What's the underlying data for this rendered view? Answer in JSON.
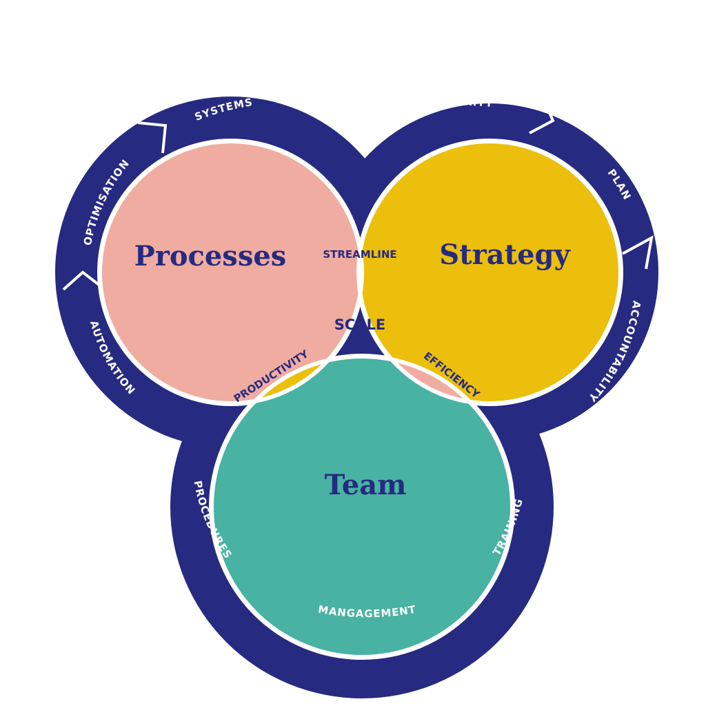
{
  "circles": {
    "processes": "Processes",
    "strategy": "Strategy",
    "team": "Team"
  },
  "overlaps": {
    "streamline": "STREAMLINE",
    "productivity": "PRODUCTIVITY",
    "efficiency": "EFFICIENCY",
    "center": "SCALE"
  },
  "ring_labels": {
    "systems": "SYSTEMS",
    "clarity": "CLARITY",
    "plan": "PLAN",
    "accountability": "ACCOUNTABILITY",
    "training": "TRAINING",
    "management": "MANGAGEMENT",
    "procedures": "PROCEDURES",
    "automation": "AUTOMATION",
    "optimisation": "OPTIMISATION"
  },
  "colors": {
    "ring": "#262a80",
    "text": "#262a80",
    "ring_text": "#ffffff",
    "processes": "#f0aca0",
    "strategy": "#ebbf0b",
    "team": "#48b2a3",
    "center": "#ffffff"
  }
}
